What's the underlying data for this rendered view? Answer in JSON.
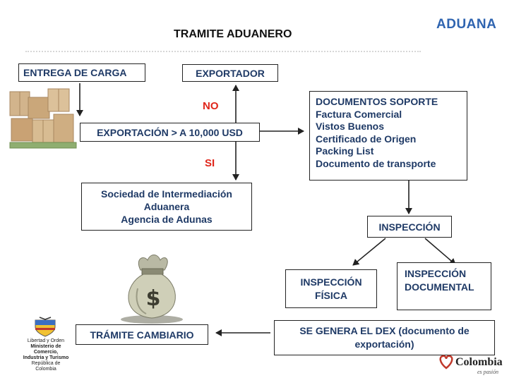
{
  "header": {
    "title": "TRAMITE ADUANERO",
    "brand": "ADUANA"
  },
  "flow": {
    "entrega": "ENTREGA DE CARGA",
    "exportador": "EXPORTADOR",
    "no_label": "NO",
    "si_label": "SI",
    "exportacion": "EXPORTACIÓN > A 10,000 USD",
    "documentos": [
      "DOCUMENTOS SOPORTE",
      "Factura Comercial",
      "Vistos Buenos",
      "Certificado de Origen",
      "Packing List",
      "Documento de transporte"
    ],
    "sociedad": [
      "Sociedad de Intermediación",
      "Aduanera",
      "Agencia de Adunas"
    ],
    "inspeccion": "INSPECCIÓN",
    "inspeccion_fisica": [
      "INSPECCIÓN",
      "FÍSICA"
    ],
    "inspeccion_documental": [
      "INSPECCIÓN",
      "DOCUMENTAL"
    ],
    "dex": [
      "SE GENERA EL DEX (documento de",
      "exportación)"
    ],
    "tramite_cambiario": "TRÁMITE CAMBIARIO"
  },
  "logos": {
    "ministerio": [
      "Libertad y Orden",
      "Ministerio de Comercio,",
      "Industria y Turismo",
      "República de Colombia"
    ],
    "colombia": "Colombia",
    "colombia_tagline": "es pasión"
  },
  "colors": {
    "box_text": "#1f3a66",
    "red": "#e0261b",
    "brand_blue": "#2f64b0"
  }
}
